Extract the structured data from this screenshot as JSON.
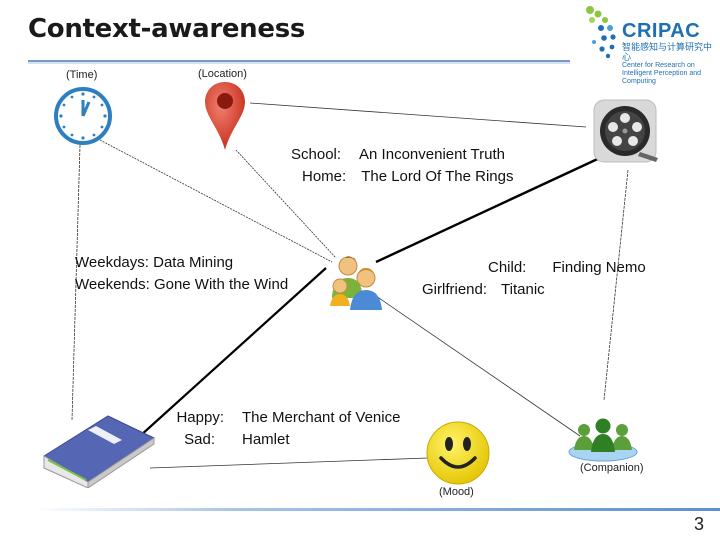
{
  "slide": {
    "title": "Context-awareness",
    "page_number": "3"
  },
  "logo": {
    "name": "CRIPAC",
    "chinese": "智能感知与计算研究中心",
    "sub": "Center for Research on Intelligent Perception and Computing"
  },
  "nodes": {
    "time": {
      "label": "(Time)",
      "icon": "clock-icon"
    },
    "location": {
      "label": "(Location)",
      "icon": "map-pin-icon"
    },
    "movie": {
      "icon": "film-reel-icon"
    },
    "user": {
      "icon": "users-icon"
    },
    "book": {
      "icon": "book-icon"
    },
    "mood": {
      "label": "(Mood)",
      "icon": "smiley-icon"
    },
    "companion": {
      "label": "(Companion)",
      "icon": "group-icon"
    }
  },
  "location_examples": {
    "school_key": "School:",
    "school_val": "An Inconvenient Truth",
    "home_key": "Home:",
    "home_val": "The Lord Of The Rings"
  },
  "time_examples": {
    "weekdays_key": "Weekdays:",
    "weekdays_val": "Data Mining",
    "weekends_key": "Weekends:",
    "weekends_val": "Gone With the Wind"
  },
  "companion_examples": {
    "child_key": "Child:",
    "child_val": "Finding Nemo",
    "girlfriend_key": "Girlfriend:",
    "girlfriend_val": "Titanic"
  },
  "mood_examples": {
    "happy_key": "Happy:",
    "happy_val": "The Merchant of Venice",
    "sad_key": "Sad:",
    "sad_val": "Hamlet"
  },
  "colors": {
    "accent_blue": "#1f6fb3",
    "header_line": "#2b6cb0",
    "footer_line": "#7fa7d6"
  }
}
